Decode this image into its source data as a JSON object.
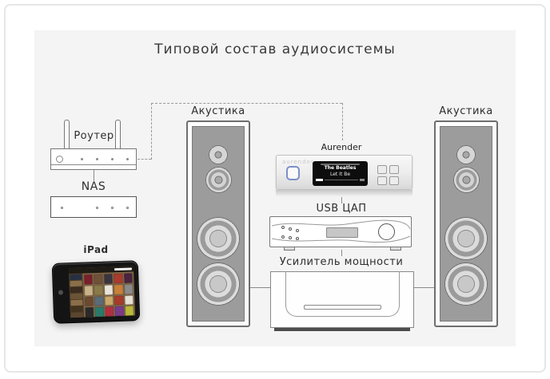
{
  "title": "Типовой состав аудиосистемы",
  "labels": {
    "router": "Роутер",
    "nas": "NAS",
    "ipad": "iPad",
    "speaker_left": "Акустика",
    "speaker_right": "Акустика",
    "aurender": "Aurender",
    "usb_dac": "USB ЦАП",
    "amplifier": "Усилитель мощности"
  },
  "aurender": {
    "logo": "aurender",
    "display": {
      "artist": "The Beatles",
      "track": "Let It Be"
    }
  },
  "ipad_screen": {
    "sidebar_colors": [
      "#273043",
      "#8a6f4a",
      "#3a2c1e",
      "#6b5436",
      "#8a6f4a",
      "#43331f",
      "#5a4630"
    ],
    "album_colors": [
      "#7a1f2b",
      "#6e5139",
      "#3a3440",
      "#a83a2e",
      "#4a2340",
      "#c8b28a",
      "#8a7a4a",
      "#e8e4da",
      "#c87f3a",
      "#8a8a8a",
      "#6b4a2f",
      "#5a6b7a",
      "#caa86b",
      "#a83a2a",
      "#e5e0d5",
      "#2a2a2a",
      "#2a7a6b",
      "#b03040",
      "#7a3a8a",
      "#b8b83a"
    ]
  },
  "colors": {
    "panel_bg": "#f4f4f4",
    "line": "#8a8a8a",
    "dash": "#999999",
    "speaker_front": "#9c9c9c",
    "aurender_button_blue": "#7b90c9",
    "display_bg": "#0d0d0d",
    "amp_base": "#4d4d4d"
  }
}
